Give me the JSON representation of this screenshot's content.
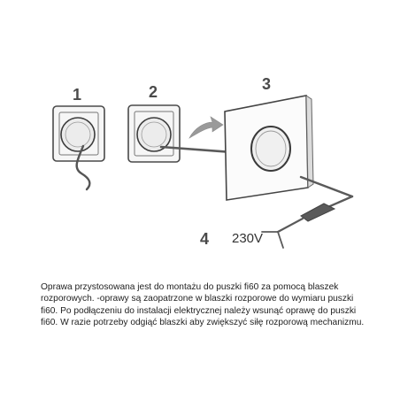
{
  "diagram": {
    "steps": [
      "1",
      "2",
      "3",
      "4"
    ],
    "voltage_label": "230V"
  },
  "caption": {
    "text": "Oprawa przystosowana jest do montażu do puszki fi60 za pomocą blaszek rozporowych. -oprawy są zaopatrzone w blaszki rozporowe do wymiaru puszki fi60. Po podłączeniu do instalacji elektrycznej należy wsunąć oprawę do puszki fi60. W razie potrzeby odgiąć blaszki aby zwiększyć siłę rozporową mechanizmu."
  }
}
